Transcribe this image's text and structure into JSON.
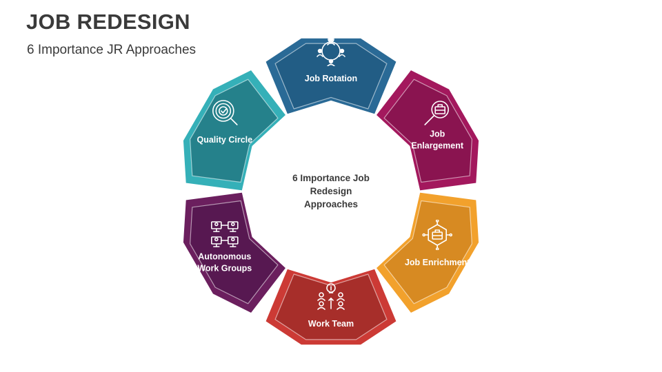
{
  "header": {
    "title": "JOB REDESIGN",
    "subtitle": "6 Importance JR Approaches"
  },
  "center": {
    "lines": [
      "6 Importance Job",
      "Redesign",
      "Approaches"
    ]
  },
  "segments": [
    {
      "id": "job-rotation",
      "lines": [
        "Job Rotation"
      ],
      "icon": "people-cycle-icon",
      "outer_color": "#2a6a96",
      "inner_color": "#225d85"
    },
    {
      "id": "job-enlargement",
      "lines": [
        "Job",
        "Enlargement"
      ],
      "icon": "magnifier-briefcase-icon",
      "outer_color": "#a3185d",
      "inner_color": "#8a1450"
    },
    {
      "id": "job-enrichment",
      "lines": [
        "Job Enrichment"
      ],
      "icon": "briefcase-network-icon",
      "outer_color": "#f2a12c",
      "inner_color": "#d78a22"
    },
    {
      "id": "work-team",
      "lines": [
        "Work Team"
      ],
      "icon": "team-idea-icon",
      "outer_color": "#cc3a35",
      "inner_color": "#a72e2a"
    },
    {
      "id": "autonomous-work-groups",
      "lines": [
        "Autonomous",
        "Work Groups"
      ],
      "icon": "computer-users-icon",
      "outer_color": "#6b1f5e",
      "inner_color": "#571851"
    },
    {
      "id": "quality-circle",
      "lines": [
        "Quality Circle"
      ],
      "icon": "quality-search-icon",
      "outer_color": "#35b0b8",
      "inner_color": "#25818b"
    }
  ]
}
